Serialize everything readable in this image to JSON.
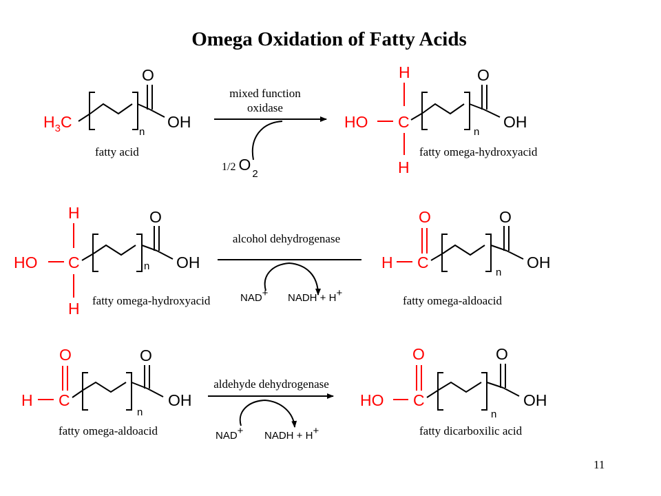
{
  "title": "Omega Oxidation of Fatty Acids",
  "page_number": "11",
  "colors": {
    "highlight": "#ff0000",
    "text": "#000000"
  },
  "atoms": {
    "h3c_h": "H",
    "h3c_3": "3",
    "h3c_c": "C",
    "o": "O",
    "oh": "OH",
    "n": "n",
    "h": "H",
    "c": "C",
    "ho": "HO"
  },
  "reactions": [
    {
      "enzyme_line1": "mixed function",
      "enzyme_line2": "oxidase",
      "cofactor_coeff": "1/2",
      "cofactor_o": "O",
      "cofactor_sub": "2",
      "substrate_label": "fatty acid",
      "product_label": "fatty omega-hydroxyacid"
    },
    {
      "enzyme": "alcohol dehydrogenase",
      "cofactor_in": "NAD",
      "cofactor_in_sup": "+",
      "cofactor_out": "NADH + H",
      "cofactor_out_sup": "+",
      "substrate_label": "fatty omega-hydroxyacid",
      "product_label": "fatty omega-aldoacid"
    },
    {
      "enzyme": "aldehyde dehydrogenase",
      "cofactor_in": "NAD",
      "cofactor_in_sup": "+",
      "cofactor_out": "NADH + H",
      "cofactor_out_sup": "+",
      "substrate_label": "fatty omega-aldoacid",
      "product_label": "fatty dicarboxilic acid"
    }
  ]
}
